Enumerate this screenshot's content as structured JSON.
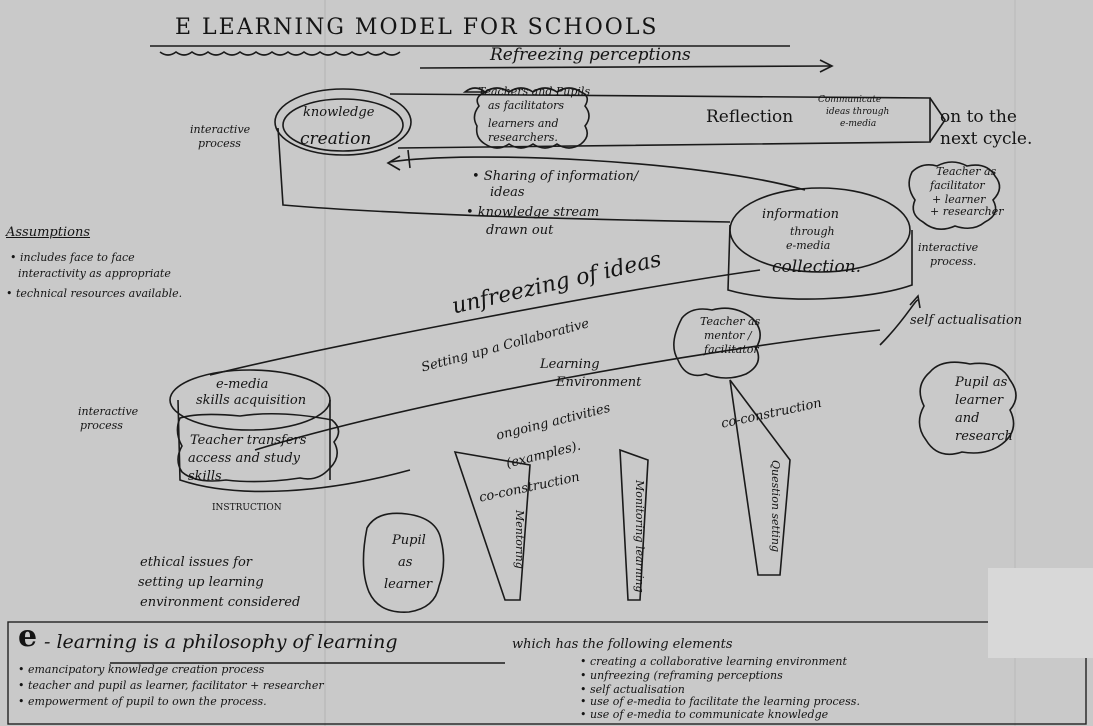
{
  "title": "E LEARNING MODEL FOR SCHOOLS",
  "top_arrow_label": "Refreezing perceptions",
  "top_loop": {
    "knowledge_creation": [
      "knowledge",
      "creation"
    ],
    "teachers_pupils": [
      "Teachers and Pupils",
      "as facilitators",
      "learners and",
      "researchers."
    ],
    "reflection": "Reflection",
    "communicate": [
      "Communicate",
      "ideas through",
      "e-media"
    ],
    "next_cycle": [
      "on to the",
      "next cycle."
    ],
    "interactive_process_left": [
      "interactive",
      "process"
    ]
  },
  "middle": {
    "sharing": [
      "• Sharing of information/",
      "ideas"
    ],
    "knowledge_stream": [
      "• knowledge stream",
      "drawn out"
    ],
    "information_collection": [
      "information",
      "through",
      "e-media",
      "collection."
    ],
    "teacher_facilitator_right": [
      "Teacher as",
      "facilitator",
      "+ learner",
      "+ researcher"
    ],
    "interactive_process_right": [
      "interactive",
      "process."
    ]
  },
  "assumptions": {
    "heading": "Assumptions",
    "items": [
      "• includes face to face",
      "interactivity as appropriate",
      "• technical resources available."
    ]
  },
  "unfreezing": "unfreezing of ideas",
  "setting_up": [
    "Setting up a Collaborative",
    "Learning",
    "Environment"
  ],
  "teacher_mentor": [
    "Teacher as",
    "mentor /",
    "facilitator"
  ],
  "self_actualisation": "self actualisation",
  "pupil_learner_researcher": [
    "Pupil as",
    "learner",
    "and",
    "research"
  ],
  "lower_loop": {
    "interactive_process": [
      "interactive",
      "process"
    ],
    "e_media_skills": [
      "e-media",
      "skills acquisition"
    ],
    "teacher_transfers": [
      "Teacher transfers",
      "access and study",
      "skills"
    ],
    "instruction": "INSTRUCTION",
    "ongoing": [
      "ongoing activities",
      "(examples)."
    ],
    "construction_a": "co-construction",
    "construction_b": "co-construction"
  },
  "pillars": [
    "Mentoring",
    "Monitoring learning",
    "Question setting"
  ],
  "pupil_as_learner": [
    "Pupil",
    "as",
    "learner"
  ],
  "ethical": [
    "ethical issues for",
    "setting up learning",
    "environment considered"
  ],
  "bottom": {
    "headline_e": "e",
    "headline_rest": "- learning is a philosophy of learning",
    "headline_tail": "which has the following elements",
    "left_items": [
      "• emancipatory knowledge creation process",
      "• teacher and pupil as learner, facilitator + researcher",
      "• empowerment of pupil to own the process."
    ],
    "right_items": [
      "• creating a collaborative learning environment",
      "• unfreezing (reframing perceptions",
      "• self actualisation",
      "• use of e-media to facilitate the learning process.",
      "• use of e-media to communicate knowledge"
    ]
  }
}
